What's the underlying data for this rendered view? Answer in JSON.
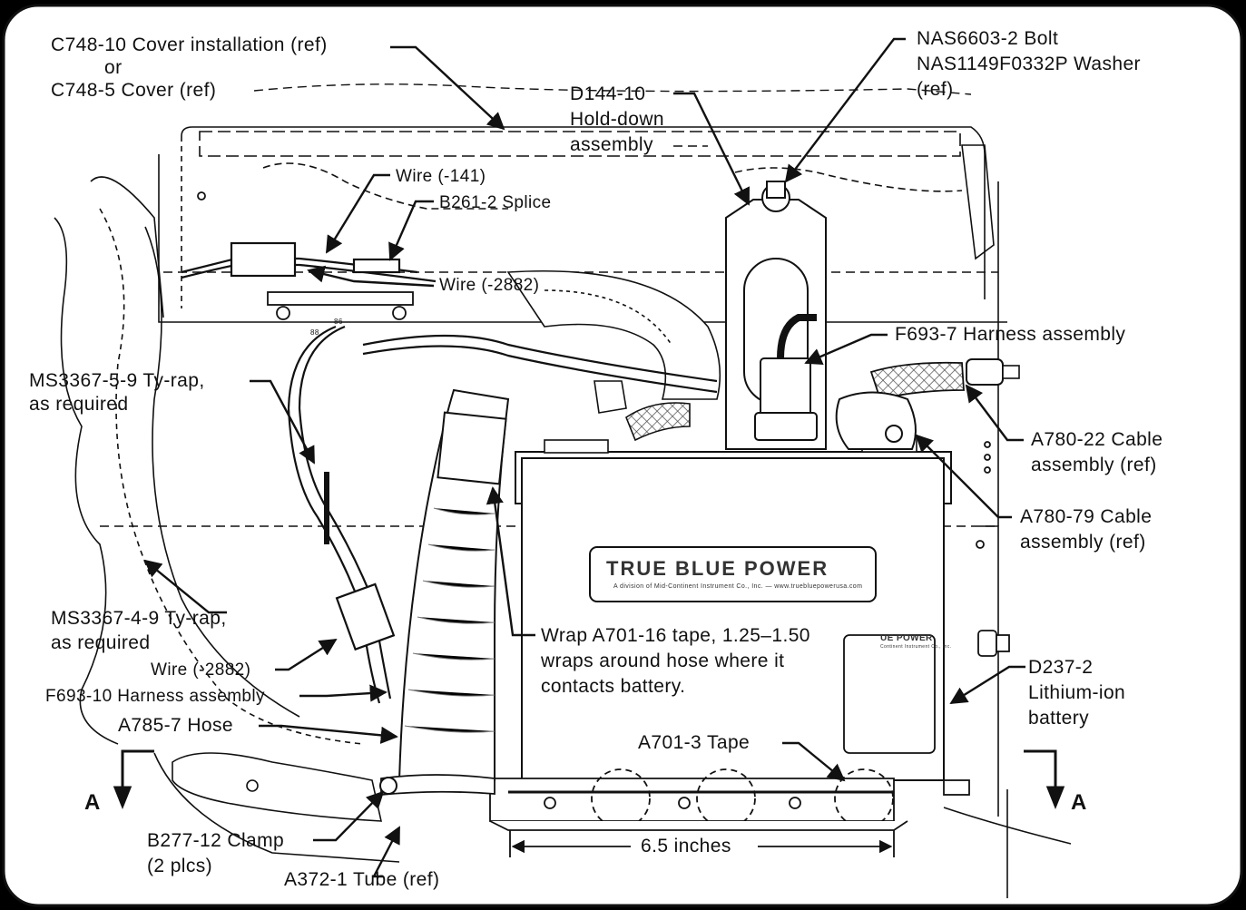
{
  "labels": {
    "cover_1": "C748-10 Cover installation (ref)",
    "cover_or": "or",
    "cover_2": "C748-5 Cover (ref)",
    "bolt": "NAS6603-2 Bolt",
    "washer": "NAS1149F0332P Washer",
    "washer_ref": "(ref)",
    "holddown_1": "D144-10",
    "holddown_2": "Hold-down",
    "holddown_3": "assembly",
    "wire_141": "Wire (-141)",
    "splice": "B261-2 Splice",
    "wire_2882_top": "Wire (-2882)",
    "harness_f6937": "F693-7 Harness assembly",
    "tyrap_5_1": "MS3367-5-9 Ty-rap,",
    "tyrap_5_2": "as required",
    "cable_22_1": "A780-22 Cable",
    "cable_22_2": "assembly (ref)",
    "cable_79_1": "A780-79 Cable",
    "cable_79_2": "assembly  (ref)",
    "tyrap_4_1": "MS3367-4-9 Ty-rap,",
    "tyrap_4_2": "as required",
    "wrap_1": "Wrap A701-16 tape, 1.25–1.50",
    "wrap_2": "wraps around hose where it",
    "wrap_3": "contacts battery.",
    "wire_2882_low": "Wire (-2882)",
    "harness_f69310": "F693-10 Harness assembly",
    "hose": "A785-7 Hose",
    "battery_1": "D237-2",
    "battery_2": "Lithium-ion",
    "battery_3": "battery",
    "tape_3": "A701-3 Tape",
    "section_left": "A",
    "section_right": "A",
    "clamp_1": "B277-12 Clamp",
    "clamp_2": "(2 plcs)",
    "tube": "A372-1 Tube (ref)",
    "dimension": "6.5 inches"
  },
  "battery_label": {
    "brand": "TRUE BLUE POWER",
    "tagline": "A division of Mid-Continent Instrument Co., Inc. — www.truebluepowerusa.com",
    "side_brand": "UE POWER",
    "side_tagline": "Continent Instrument Co., Inc."
  },
  "harness_marks": {
    "mark_a": "86",
    "mark_b": "88"
  }
}
